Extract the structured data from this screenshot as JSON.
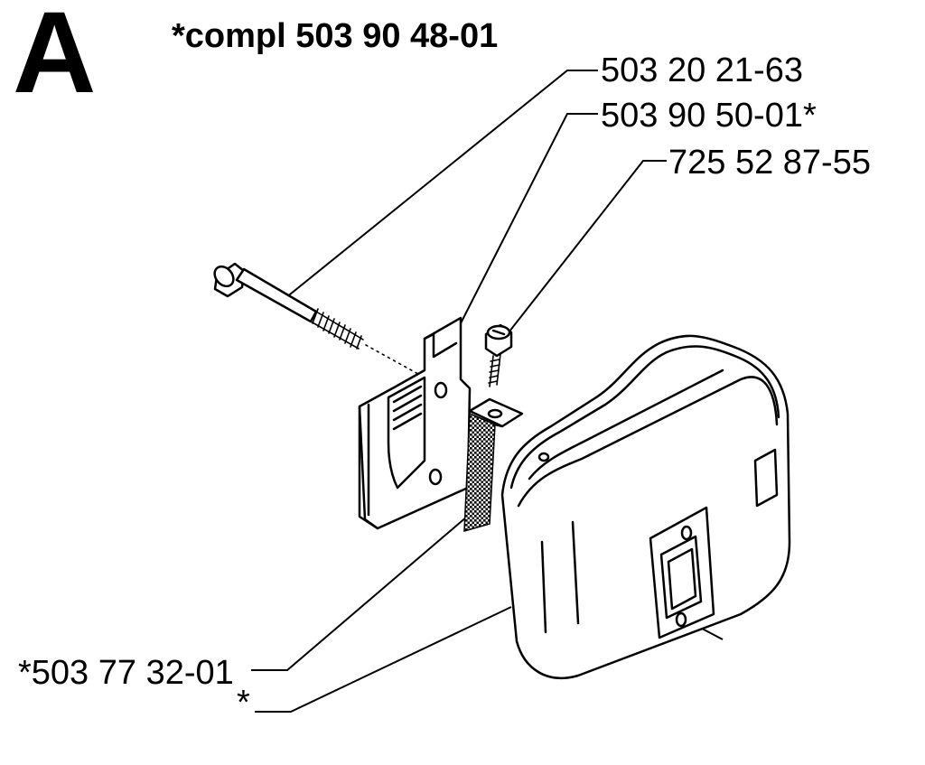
{
  "section_letter": "A",
  "title": "*compl 503 90 48-01",
  "callouts": [
    {
      "id": "bolt",
      "text": "503 20 21-63"
    },
    {
      "id": "bracket",
      "text": "503 90 50-01*"
    },
    {
      "id": "screw",
      "text": "725 52 87-55"
    },
    {
      "id": "screen",
      "text": "*503 77 32-01"
    },
    {
      "id": "muffler",
      "text": "*"
    }
  ]
}
